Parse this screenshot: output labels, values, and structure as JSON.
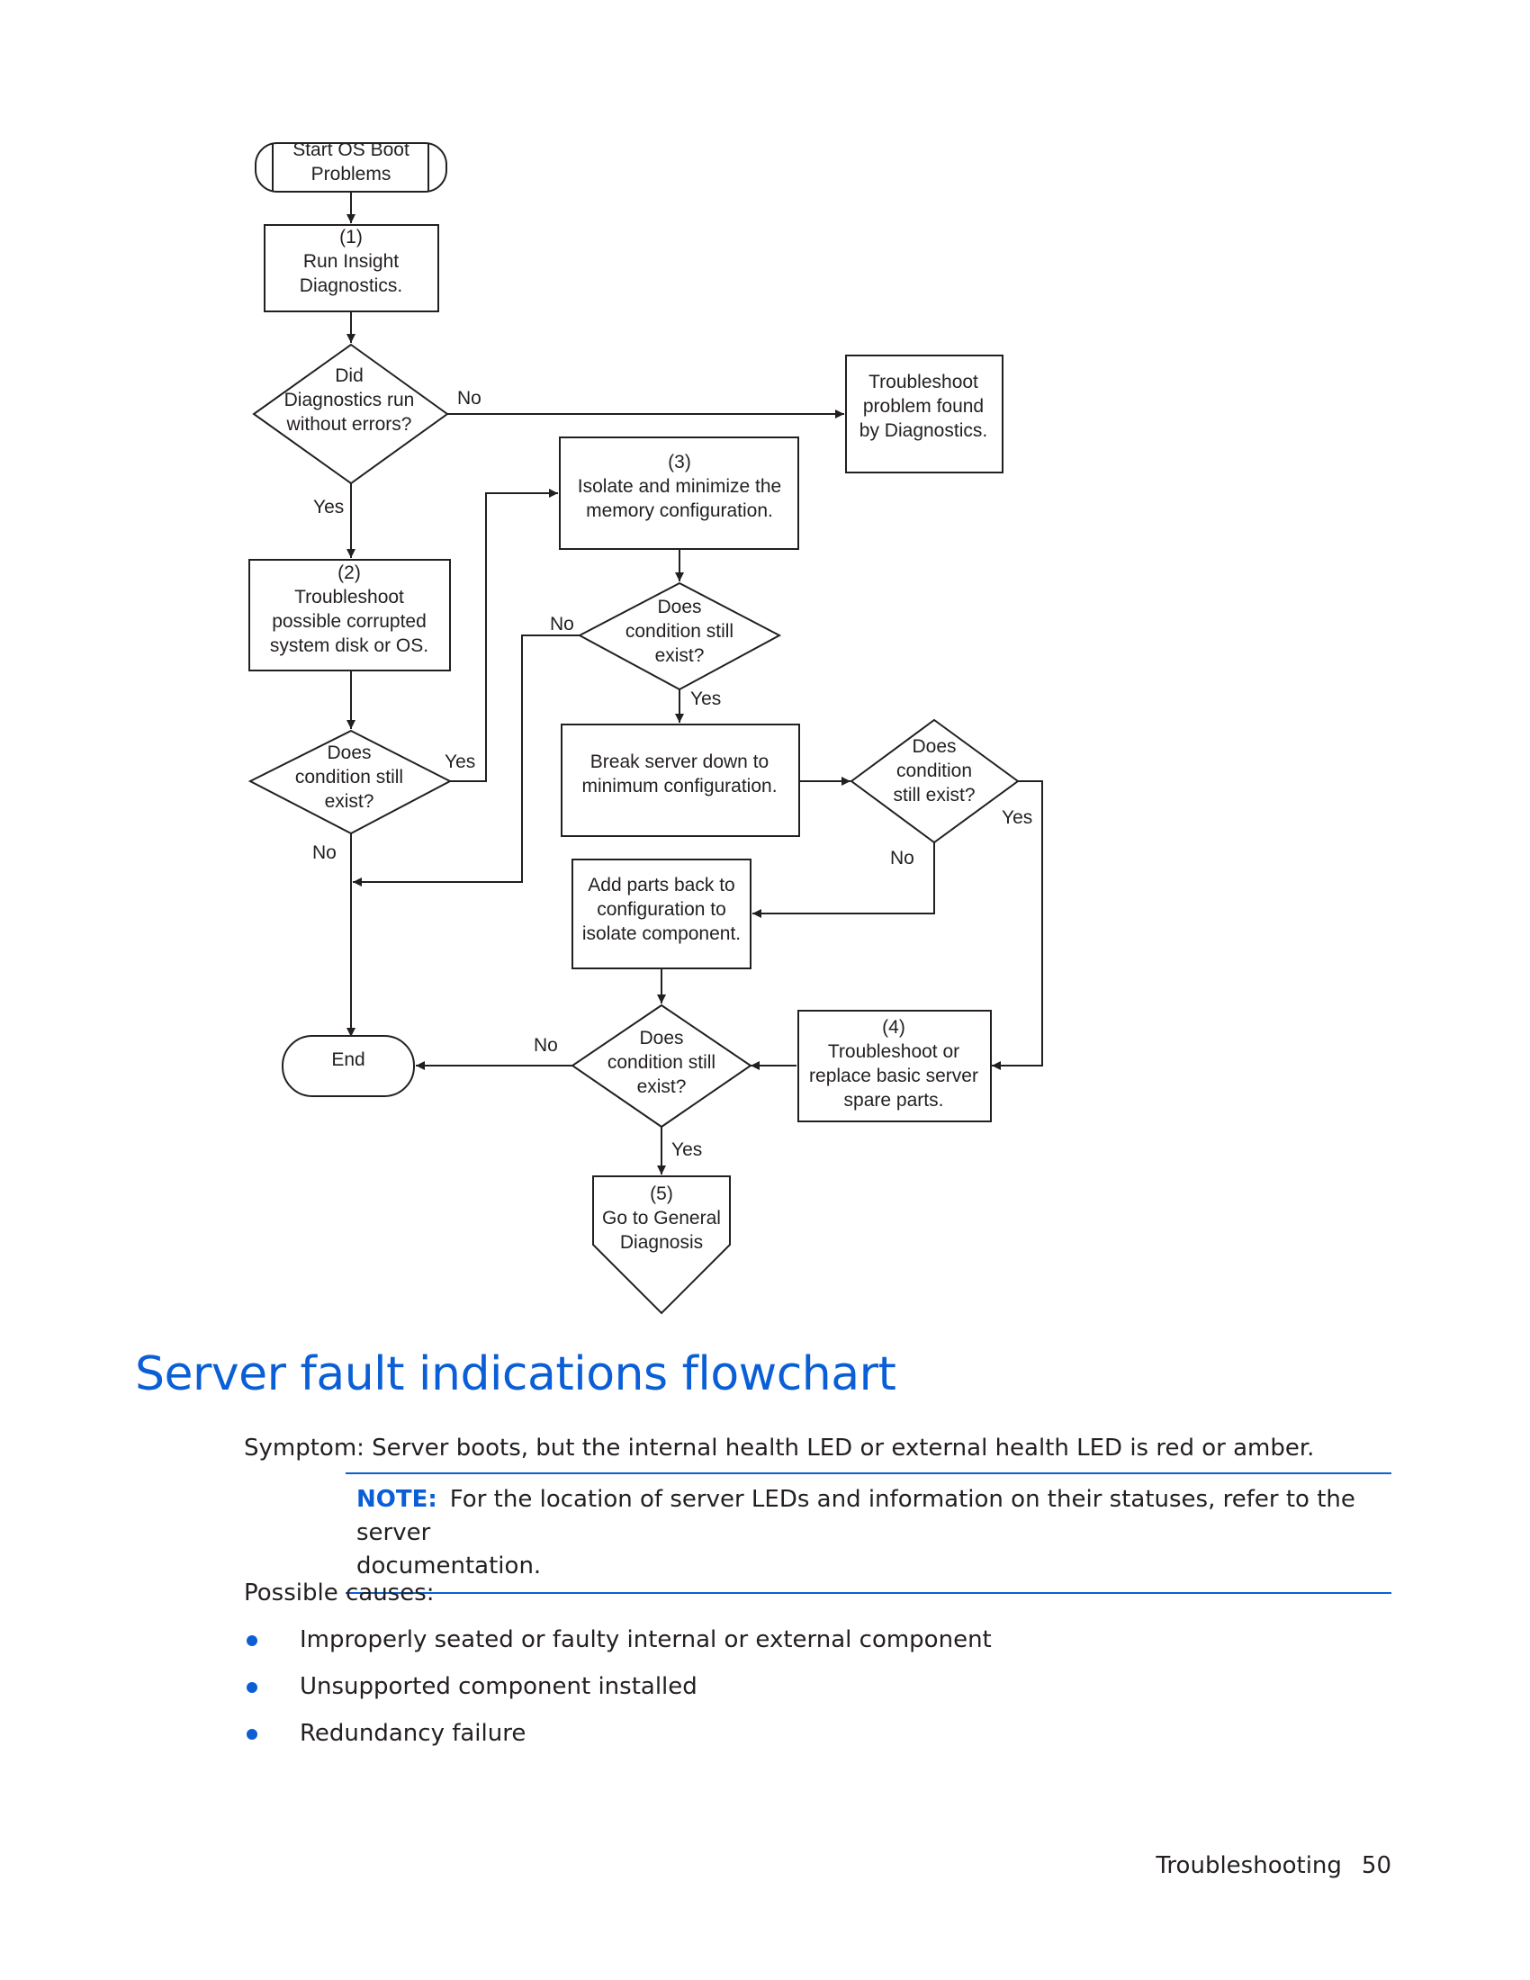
{
  "flowchart": {
    "nodes": {
      "start": [
        "Start OS Boot",
        "Problems"
      ],
      "step1": [
        "(1)",
        "Run Insight",
        "Diagnostics."
      ],
      "decision_diag": [
        "Did",
        "Diagnostics run",
        "without errors?"
      ],
      "troubleshoot_found": [
        "Troubleshoot",
        "problem found",
        "by Diagnostics."
      ],
      "step3": [
        "(3)",
        "Isolate and minimize the",
        "memory configuration."
      ],
      "step2": [
        "(2)",
        "Troubleshoot",
        "possible corrupted",
        "system disk or OS."
      ],
      "decision_mem": [
        "Does",
        "condition still",
        "exist?"
      ],
      "decision_os": [
        "Does",
        "condition still",
        "exist?"
      ],
      "break_server": [
        "Break server down to",
        "minimum configuration."
      ],
      "decision_min": [
        "Does",
        "condition",
        "still exist?"
      ],
      "add_parts": [
        "Add parts back to",
        "configuration to",
        "isolate component."
      ],
      "end": [
        "End"
      ],
      "decision_parts": [
        "Does",
        "condition still",
        "exist?"
      ],
      "step4": [
        "(4)",
        "Troubleshoot or",
        "replace basic server",
        "spare parts."
      ],
      "step5": [
        "(5)",
        "Go to General",
        "Diagnosis"
      ]
    },
    "edge_labels": {
      "diag_no": "No",
      "diag_yes": "Yes",
      "mem_no": "No",
      "mem_yes": "Yes",
      "os_yes": "Yes",
      "os_no": "No",
      "min_no": "No",
      "min_yes": "Yes",
      "parts_no": "No",
      "parts_yes": "Yes"
    }
  },
  "section": {
    "title": "Server fault indications flowchart",
    "symptom": "Symptom: Server boots, but the internal health LED or external health LED is red or amber.",
    "note": {
      "label": "NOTE:",
      "text_line1": "For the location of server LEDs and information on their statuses, refer to the server",
      "text_line2": "documentation."
    },
    "causes_label": "Possible causes:",
    "causes": [
      "Improperly seated or faulty internal or external component",
      "Unsupported component installed",
      "Redundancy failure"
    ]
  },
  "footer": {
    "chapter": "Troubleshooting",
    "page": "50"
  },
  "colors": {
    "accent": "#0b5fd6",
    "text": "#231f20"
  }
}
